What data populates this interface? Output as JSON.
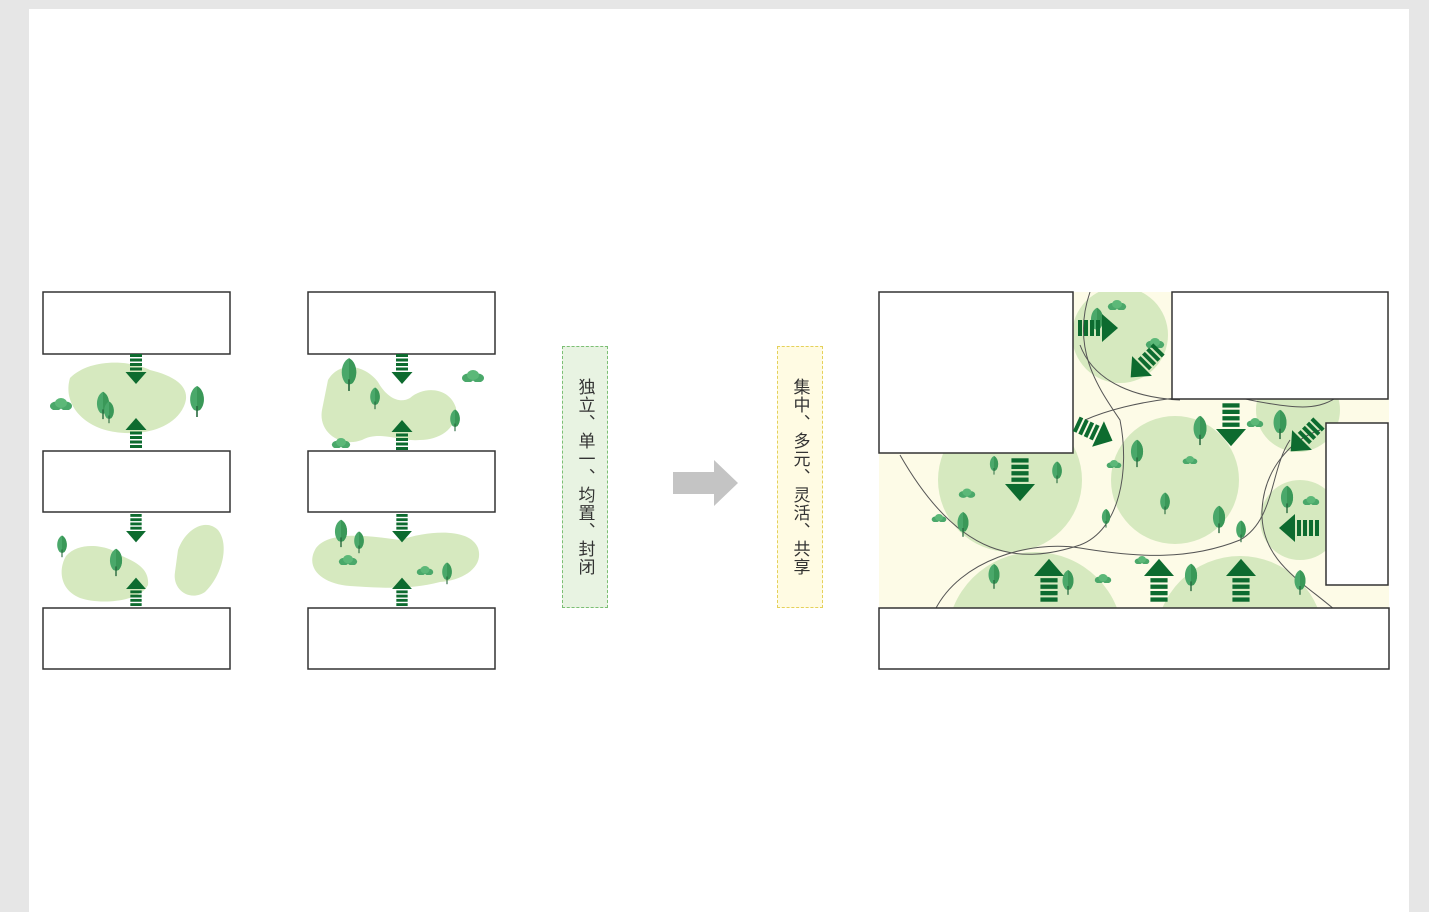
{
  "labels": {
    "before": "独立、单一、均置、封闭",
    "after": "集中、多元、灵活、共享"
  },
  "colors": {
    "light_green": "#d6e9bf",
    "tree_green": "#4aa86a",
    "dark_green": "#0d6b2f",
    "cream": "#fdfbe7",
    "arrow_grey": "#c4c4c4",
    "outline": "#333333"
  },
  "icons": [
    "building-block",
    "green-space",
    "tree-icon",
    "shrub-icon",
    "dashed-arrow-icon",
    "transition-arrow-icon",
    "path-line"
  ]
}
